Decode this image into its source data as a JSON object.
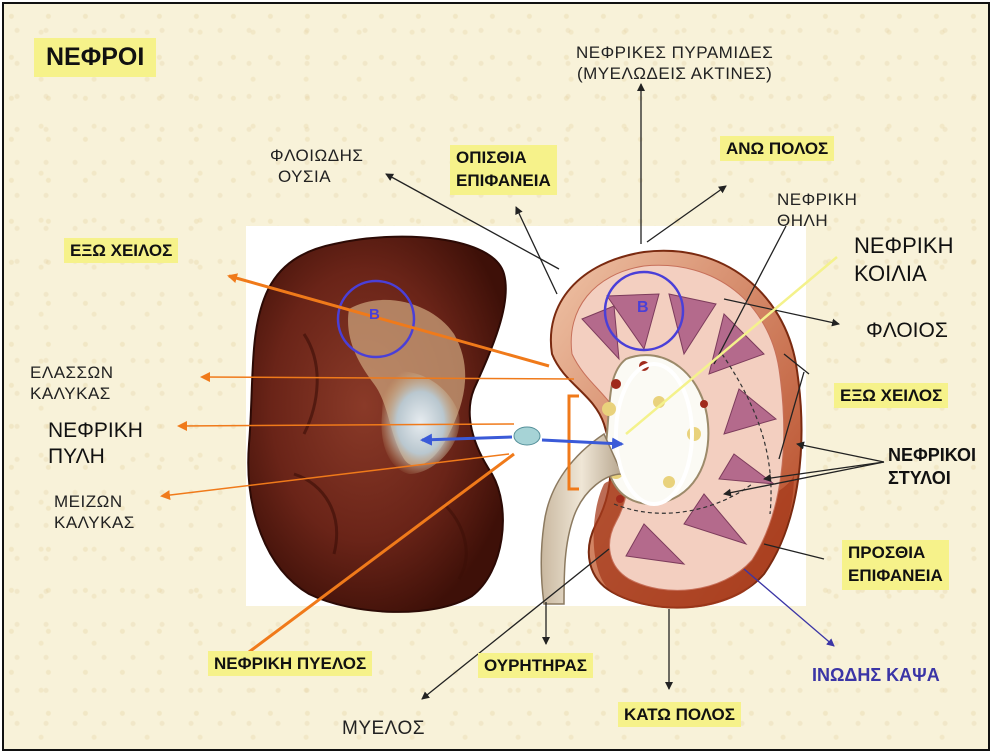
{
  "title": "ΝΕΦΡΟΙ",
  "labels": {
    "pyramids_1": "ΝΕΦΡΙΚΕΣ ΠΥΡΑΜΙΔΕΣ",
    "pyramids_2": "(ΜΥΕΛΩΔΕΙΣ ΑΚΤΙΝΕΣ)",
    "cortical_1": "ΦΛΟΙΩΔΗΣ",
    "cortical_2": "ΟΥΣΙΑ",
    "posterior_1": "ΟΠΙΣΘΙΑ",
    "posterior_2": "ΕΠΙΦΑΝΕΙΑ",
    "upper_pole": "ΑΝΩ ΠΟΛΟΣ",
    "papilla_1": "ΝΕΦΡΙΚΗ",
    "papilla_2": "ΘΗΛΗ",
    "sinus_1": "ΝΕΦΡΙΚΗ",
    "sinus_2": "ΚΟΙΛΙΑ",
    "outer_lip_left": "ΕΞΩ ΧΕΙΛΟΣ",
    "cortex": "ΦΛΟΙΟΣ",
    "outer_lip_right": "ΕΞΩ ΧΕΙΛΟΣ",
    "minor_calyx_1": "ΕΛΑΣΣΩΝ",
    "minor_calyx_2": "ΚΑΛΥΚΑΣ",
    "hilum_1": "ΝΕΦΡΙΚΗ",
    "hilum_2": "ΠΥΛΗ",
    "columns_1": "ΝΕΦΡΙΚΟΙ",
    "columns_2": "ΣΤΥΛΟΙ",
    "major_calyx_1": "ΜΕΙΖΩΝ",
    "major_calyx_2": "ΚΑΛΥΚΑΣ",
    "anterior_1": "ΠΡΟΣΘΙΑ",
    "anterior_2": "ΕΠΙΦΑΝΕΙΑ",
    "pelvis": "ΝΕΦΡΙΚΗ ΠΥΕΛΟΣ",
    "ureter": "ΟΥΡΗΤΗΡΑΣ",
    "capsule": "ΙΝΩΔΗΣ ΚΑΨΑ",
    "lower_pole": "ΚΑΤΩ ΠΟΛΟΣ",
    "medulla": "ΜΥΕΛΟΣ",
    "marker_left": "B",
    "marker_right": "B"
  },
  "colors": {
    "background": "#f8f2d9",
    "label_box": "#f6f28a",
    "orange_arrow": "#f07a1a",
    "blue_arrow": "#3a5ad8",
    "capsule_text": "#3b35a6"
  }
}
